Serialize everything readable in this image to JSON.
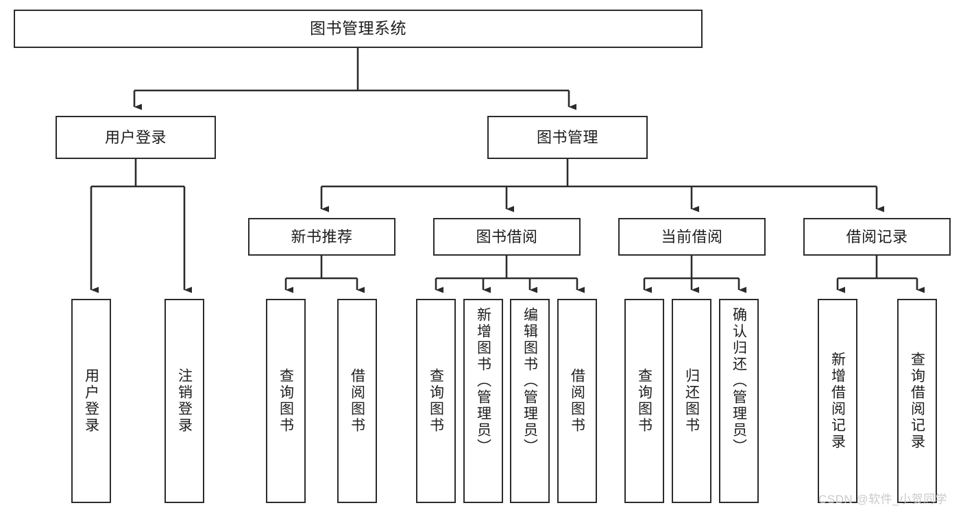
{
  "diagram": {
    "title": "图书管理系统",
    "watermark": "CSDN @软件_小贺同学",
    "line_color": "#2b2b2b",
    "box_fill": "#ffffff",
    "text_color": "#1d1d1d",
    "watermark_color": "#c9c9c9",
    "root": {
      "label": "图书管理系统"
    },
    "level2": [
      {
        "label": "用户登录"
      },
      {
        "label": "图书管理"
      }
    ],
    "level3": [
      {
        "label": "新书推荐"
      },
      {
        "label": "图书借阅"
      },
      {
        "label": "当前借阅"
      },
      {
        "label": "借阅记录"
      }
    ],
    "leaves_login": [
      {
        "label": "用户登录"
      },
      {
        "label": "注销登录"
      }
    ],
    "leaves_newbook": [
      {
        "label": "查询图书"
      },
      {
        "label": "借阅图书"
      }
    ],
    "leaves_borrow": [
      {
        "label": "查询图书"
      },
      {
        "label": "新增图书（管理员）"
      },
      {
        "label": "编辑图书（管理员）"
      },
      {
        "label": "借阅图书"
      }
    ],
    "leaves_current": [
      {
        "label": "查询图书"
      },
      {
        "label": "归还图书"
      },
      {
        "label": "确认归还（管理员）"
      }
    ],
    "leaves_record": [
      {
        "label": "新增借阅记录"
      },
      {
        "label": "查询借阅记录"
      }
    ]
  }
}
